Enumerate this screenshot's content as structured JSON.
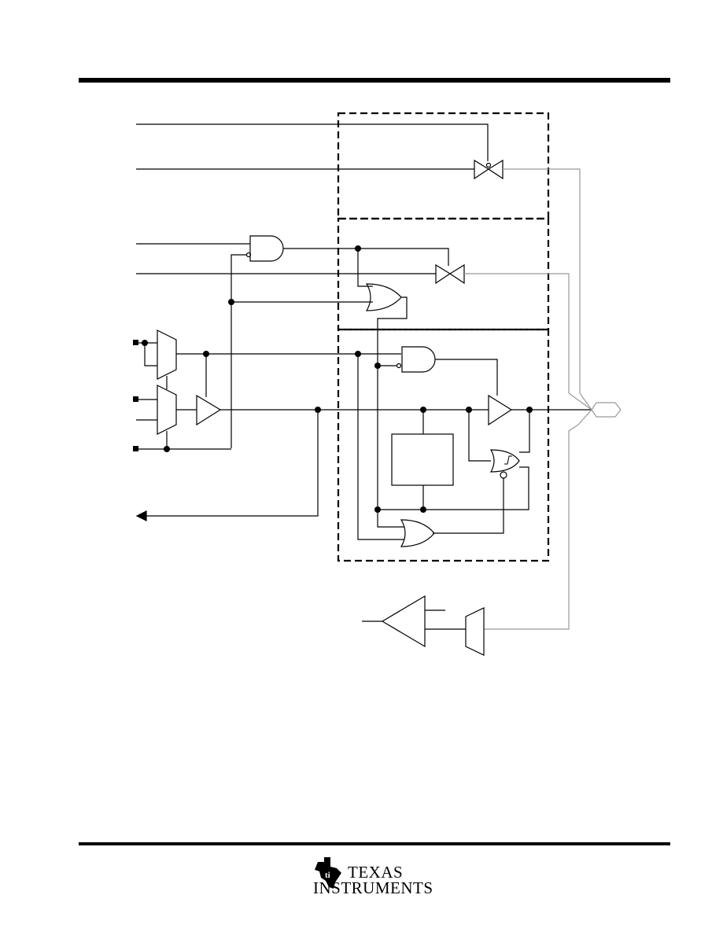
{
  "document": {
    "header_rule": true,
    "footer_rule": true
  },
  "logo": {
    "icon": "ti-texas-state-icon",
    "line1": "TEXAS",
    "line2": "INSTRUMENTS"
  },
  "diagram": {
    "gates": [
      "and-gate",
      "or-gate",
      "and-gate",
      "or-gate",
      "schmitt-or-gate"
    ],
    "buffers": [
      "output-buffer",
      "input-buffer",
      "pad-driver"
    ],
    "muxes": [
      "mux-a",
      "mux-b",
      "mux-c"
    ],
    "transmission_gates": 2,
    "dashed_blocks": 3,
    "pad": "io-pad"
  }
}
